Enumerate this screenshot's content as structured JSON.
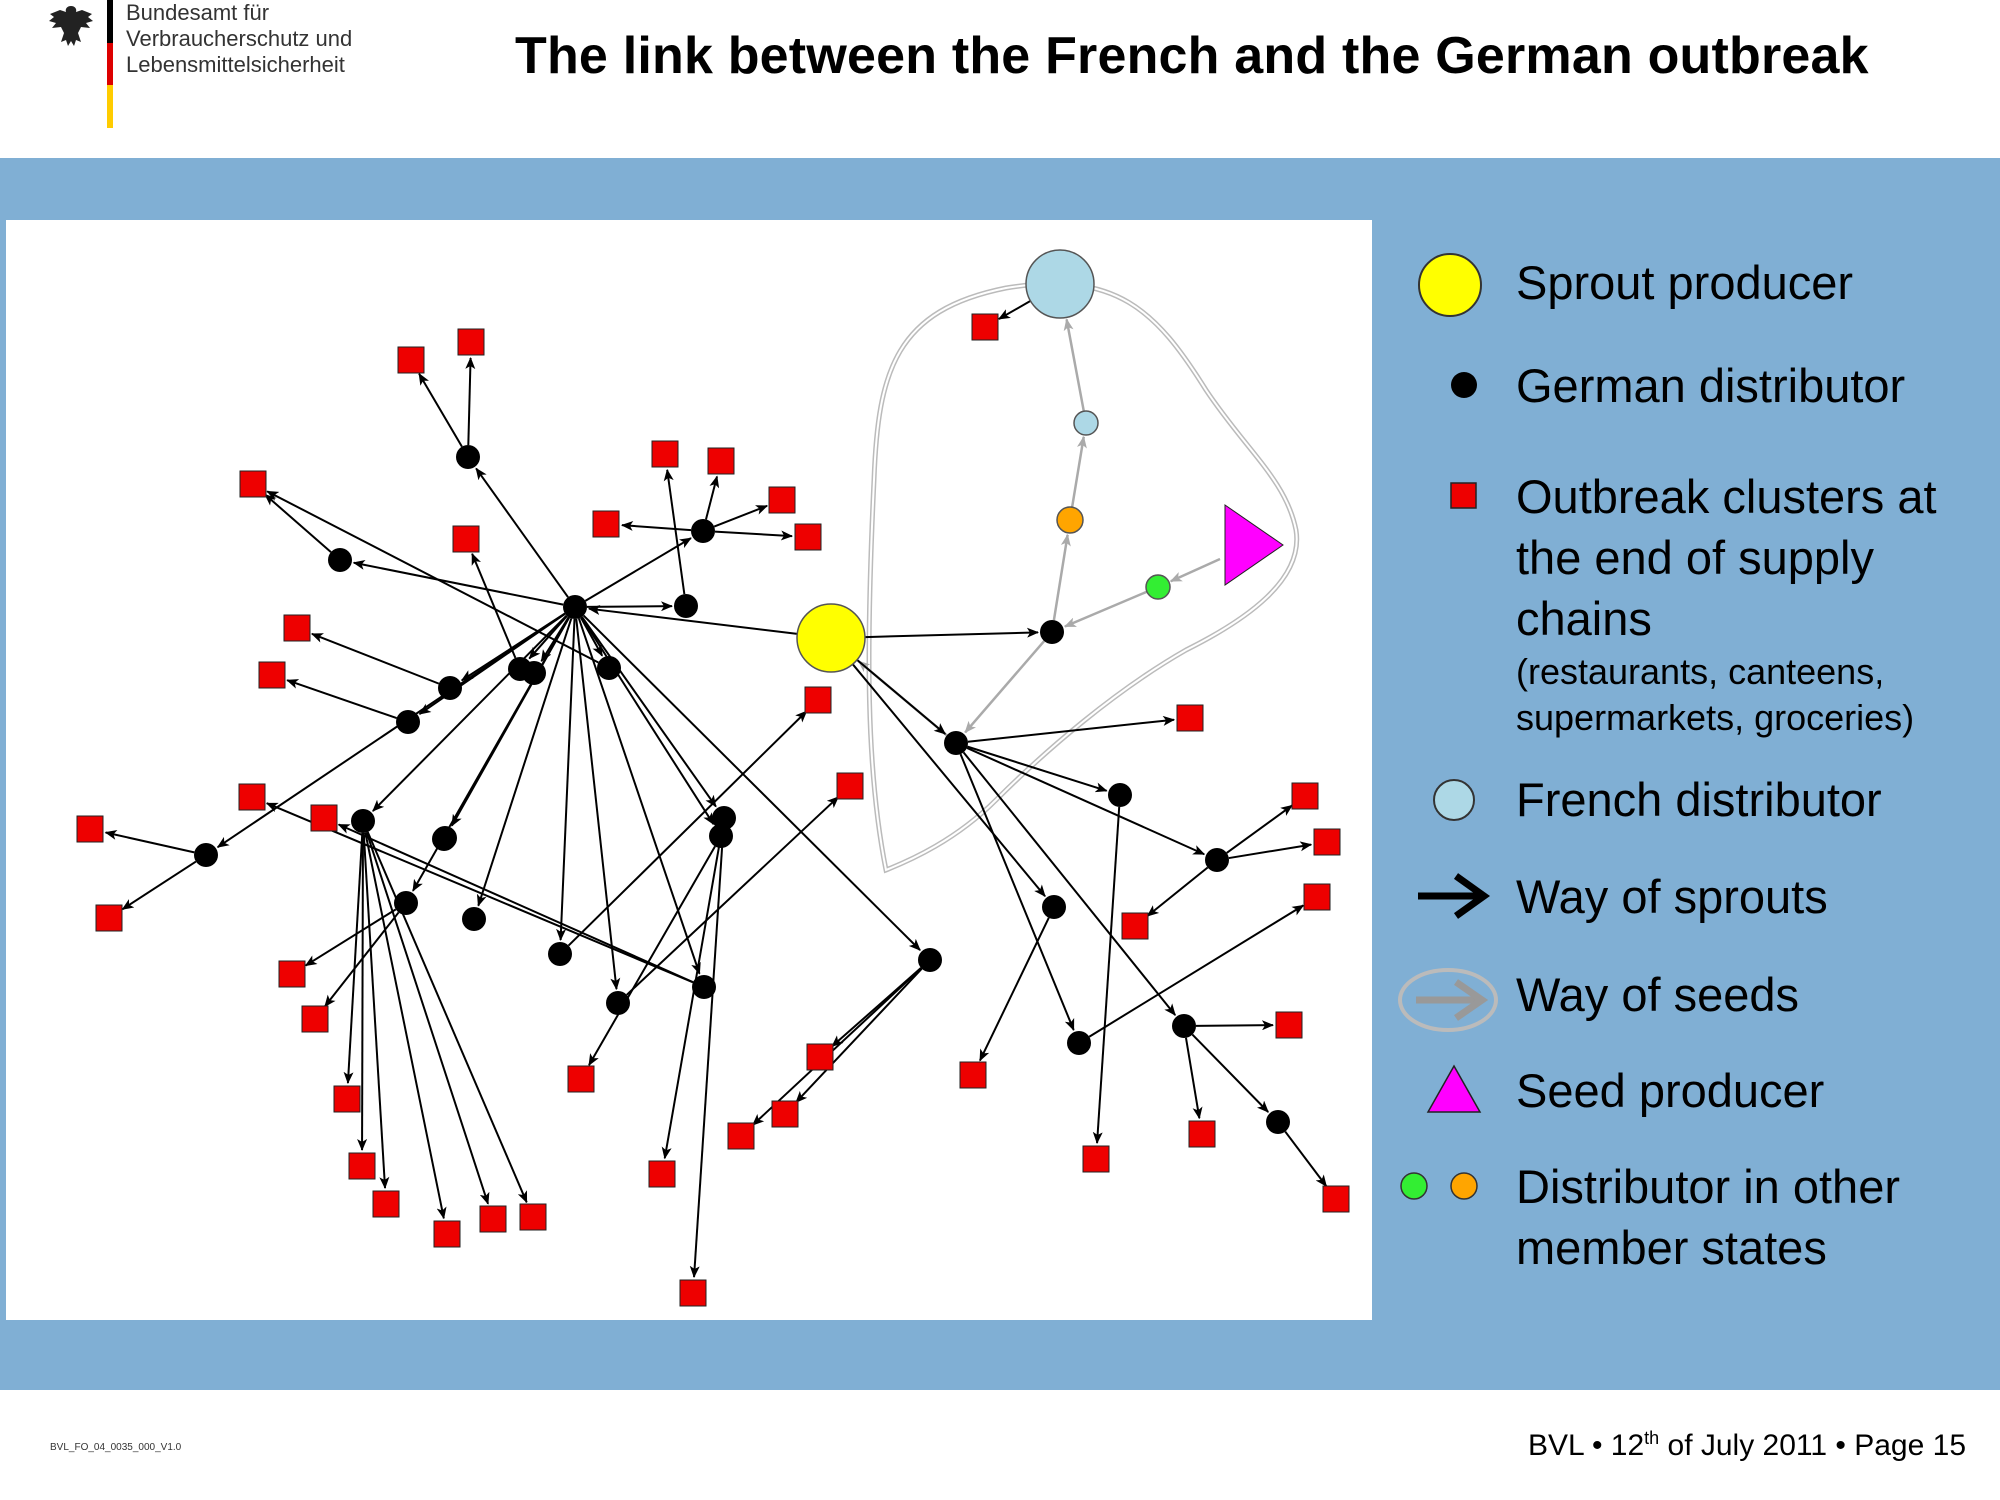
{
  "header": {
    "agency_line1": "Bundesamt für",
    "agency_line2": "Verbraucherschutz und",
    "agency_line3": "Lebensmittelsicherheit",
    "title": "The link between the French and the German outbreak",
    "flag_colors": [
      "#000000",
      "#dd0000",
      "#ffcc00"
    ]
  },
  "legend": {
    "sprout_producer": "Sprout producer",
    "german_distributor": "German distributor",
    "outbreak_clusters_line1": "Outbreak clusters at",
    "outbreak_clusters_line2": "the end of supply",
    "outbreak_clusters_line3": "chains",
    "outbreak_clusters_sub1": "(restaurants, canteens,",
    "outbreak_clusters_sub2": "supermarkets, groceries)",
    "french_distributor": "French distributor",
    "way_of_sprouts": "Way of sprouts",
    "way_of_seeds": "Way of seeds",
    "seed_producer": "Seed producer",
    "distributor_other_line1": "Distributor in other",
    "distributor_other_line2": "member states"
  },
  "colors": {
    "band": "#80afd4",
    "sprout_producer": "#ffff00",
    "german_distributor": "#000000",
    "outbreak_cluster": "#ee0000",
    "french_distributor": "#add8e6",
    "seed_producer": "#ff00ff",
    "distributor_other_green": "#33ee33",
    "distributor_other_orange": "#ffa500",
    "seed_path": "#bbbbbb"
  },
  "footer": {
    "doc_code": "BVL_FO_04_0035_000_V1.0",
    "prefix": "BVL • 12",
    "superscript": "th",
    "suffix": " of July 2011 • Page 15"
  }
}
